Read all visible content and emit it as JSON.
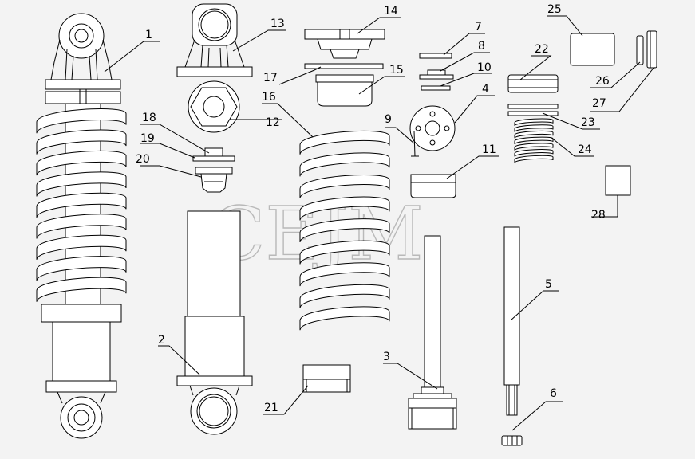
{
  "diagram": {
    "watermark": "CEJM",
    "labels": [
      "1",
      "2",
      "3",
      "4",
      "5",
      "6",
      "7",
      "8",
      "9",
      "10",
      "11",
      "12",
      "13",
      "14",
      "15",
      "16",
      "17",
      "18",
      "19",
      "20",
      "21",
      "22",
      "23",
      "24",
      "25",
      "26",
      "27",
      "28"
    ]
  },
  "colors": {
    "background": "#f3f3f3",
    "line": "#000000",
    "watermark": "#b9b9b9"
  }
}
